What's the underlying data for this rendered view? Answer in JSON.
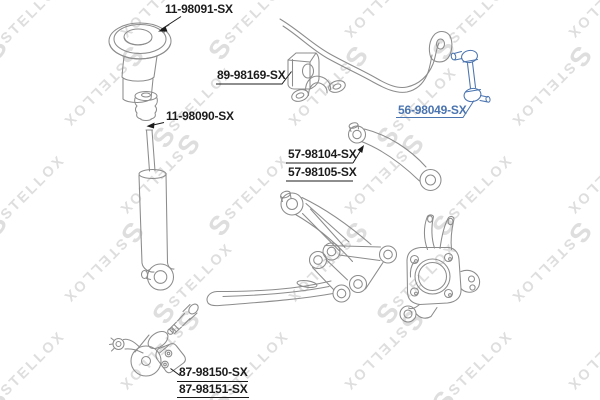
{
  "colors": {
    "background": "#ffffff",
    "line": "#8c8c8c",
    "label": "#1c1c1c",
    "accent": "#4a74b0",
    "watermark": "#dedede"
  },
  "watermark": {
    "logo": "S",
    "text": "STELLOX"
  },
  "labels": [
    {
      "text": "11-98091-SX",
      "part": "strut-mount",
      "highlighted": false
    },
    {
      "text": "89-98169-SX",
      "part": "stabilizer-bushing-bracket",
      "highlighted": false
    },
    {
      "text": "11-98090-SX",
      "part": "bump-stop",
      "highlighted": false
    },
    {
      "text": "56-98049-SX",
      "part": "stabilizer-link",
      "highlighted": true
    },
    {
      "text": "57-98104-SX",
      "part": "upper-control-arm",
      "highlighted": false
    },
    {
      "text": "57-98105-SX",
      "part": "upper-control-arm",
      "highlighted": false
    },
    {
      "text": "87-98150-SX",
      "part": "trailing-arm-bushing-bracket",
      "highlighted": false
    },
    {
      "text": "87-98151-SX",
      "part": "trailing-arm-bushing-bracket",
      "highlighted": false
    }
  ],
  "parts": [
    "strut-mount",
    "bump-stop",
    "shock-absorber",
    "stabilizer-bar",
    "stabilizer-bushing-bracket",
    "stabilizer-link",
    "upper-control-arm",
    "lower-control-arm",
    "trailing-arm-assembly",
    "axle-shaft",
    "trailing-arm-bushing-bracket",
    "steering-knuckle"
  ]
}
